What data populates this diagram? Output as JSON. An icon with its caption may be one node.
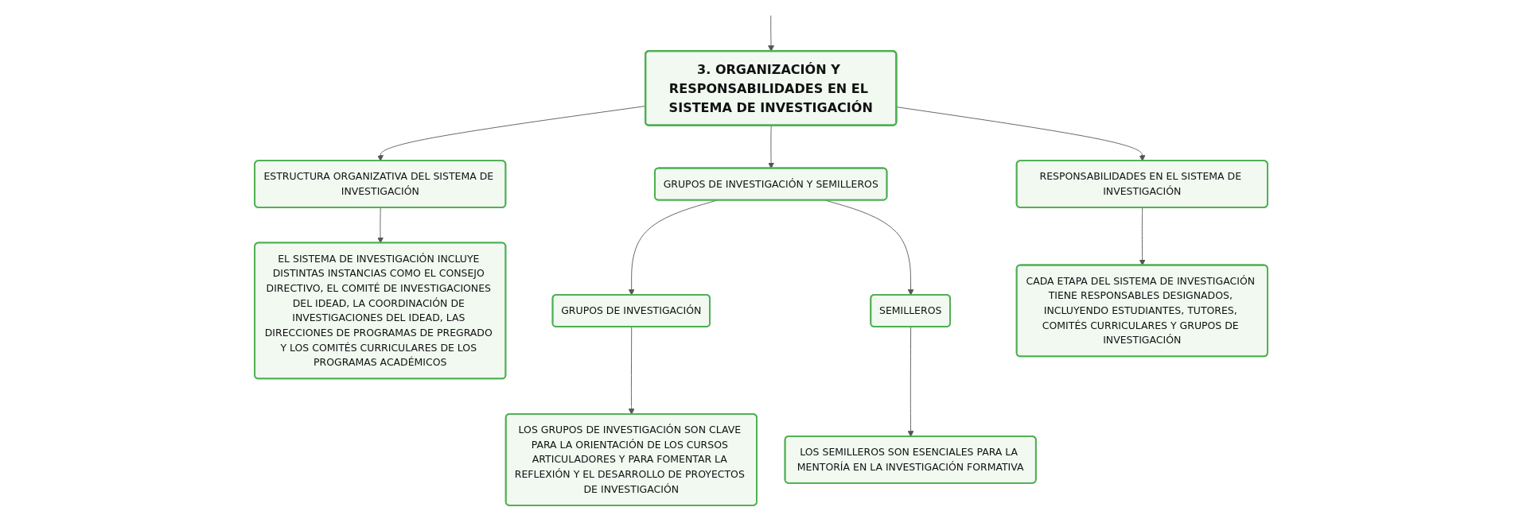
{
  "diagram": {
    "nodes": [
      {
        "text": [
          "3. ORGANIZACIÓN Y RESPONSABILIDADES EN EL SISTEMA DE INVESTIGACIÓN"
        ]
      },
      {
        "text": [
          "ESTRUCTURA ORGANIZATIVA DEL SISTEMA DE INVESTIGACIÓN"
        ]
      },
      {
        "text": [
          "GRUPOS DE INVESTIGACIÓN Y SEMILLEROS"
        ]
      },
      {
        "text": [
          "RESPONSABILIDADES EN EL SISTEMA DE INVESTIGACIÓN"
        ]
      },
      {
        "text": [
          "EL SISTEMA DE INVESTIGACIÓN INCLUYE DISTINTAS INSTANCIAS COMO EL CONSEJO DIRECTIVO, EL COMITÉ DE INVESTIGACIONES DEL IDEAD, LA COORDINACIÓN DE INVESTIGACIONES DEL IDEAD, LAS DIRECCIONES DE PROGRAMAS DE PREGRADO Y LOS COMITÉS CURRICULARES DE LOS PROGRAMAS ACADÉMICOS"
        ]
      },
      {
        "text": [
          "GRUPOS DE INVESTIGACIÓN"
        ]
      },
      {
        "text": [
          "SEMILLEROS"
        ]
      },
      {
        "text": [
          "LOS GRUPOS DE INVESTIGACIÓN SON CLAVE PARA LA ORIENTACIÓN DE LOS CURSOS ARTICULADORES Y PARA FOMENTAR LA REFLEXIÓN Y EL DESARROLLO DE PROYECTOS DE INVESTIGACIÓN"
        ]
      },
      {
        "text": [
          "LOS SEMILLEROS SON ESENCIALES PARA LA MENTORÍA EN LA INVESTIGACIÓN FORMATIVA"
        ]
      },
      {
        "text": [
          "CADA ETAPA DEL SISTEMA DE INVESTIGACIÓN TIENE RESPONSABLES DESIGNADOS, INCLUYENDO ESTUDIANTES, TUTORES, COMITÉS CURRICULARES Y GRUPOS DE INVESTIGACIÓN"
        ]
      }
    ],
    "edges": [
      {
        "from": null,
        "to": 0,
        "arrow": "to"
      },
      {
        "from": 0,
        "to": 1,
        "arrow": "to"
      },
      {
        "from": 0,
        "to": 2,
        "arrow": "to"
      },
      {
        "from": 0,
        "to": 3,
        "arrow": "to"
      },
      {
        "from": 1,
        "to": 4,
        "arrow": "to"
      },
      {
        "from": 2,
        "to": 5,
        "arrow": "to"
      },
      {
        "from": 2,
        "to": 6,
        "arrow": "to"
      },
      {
        "from": 5,
        "to": 7,
        "arrow": "to"
      },
      {
        "from": 6,
        "to": 8,
        "arrow": "to"
      },
      {
        "from": 3,
        "to": 9,
        "arrow": "to"
      }
    ]
  }
}
